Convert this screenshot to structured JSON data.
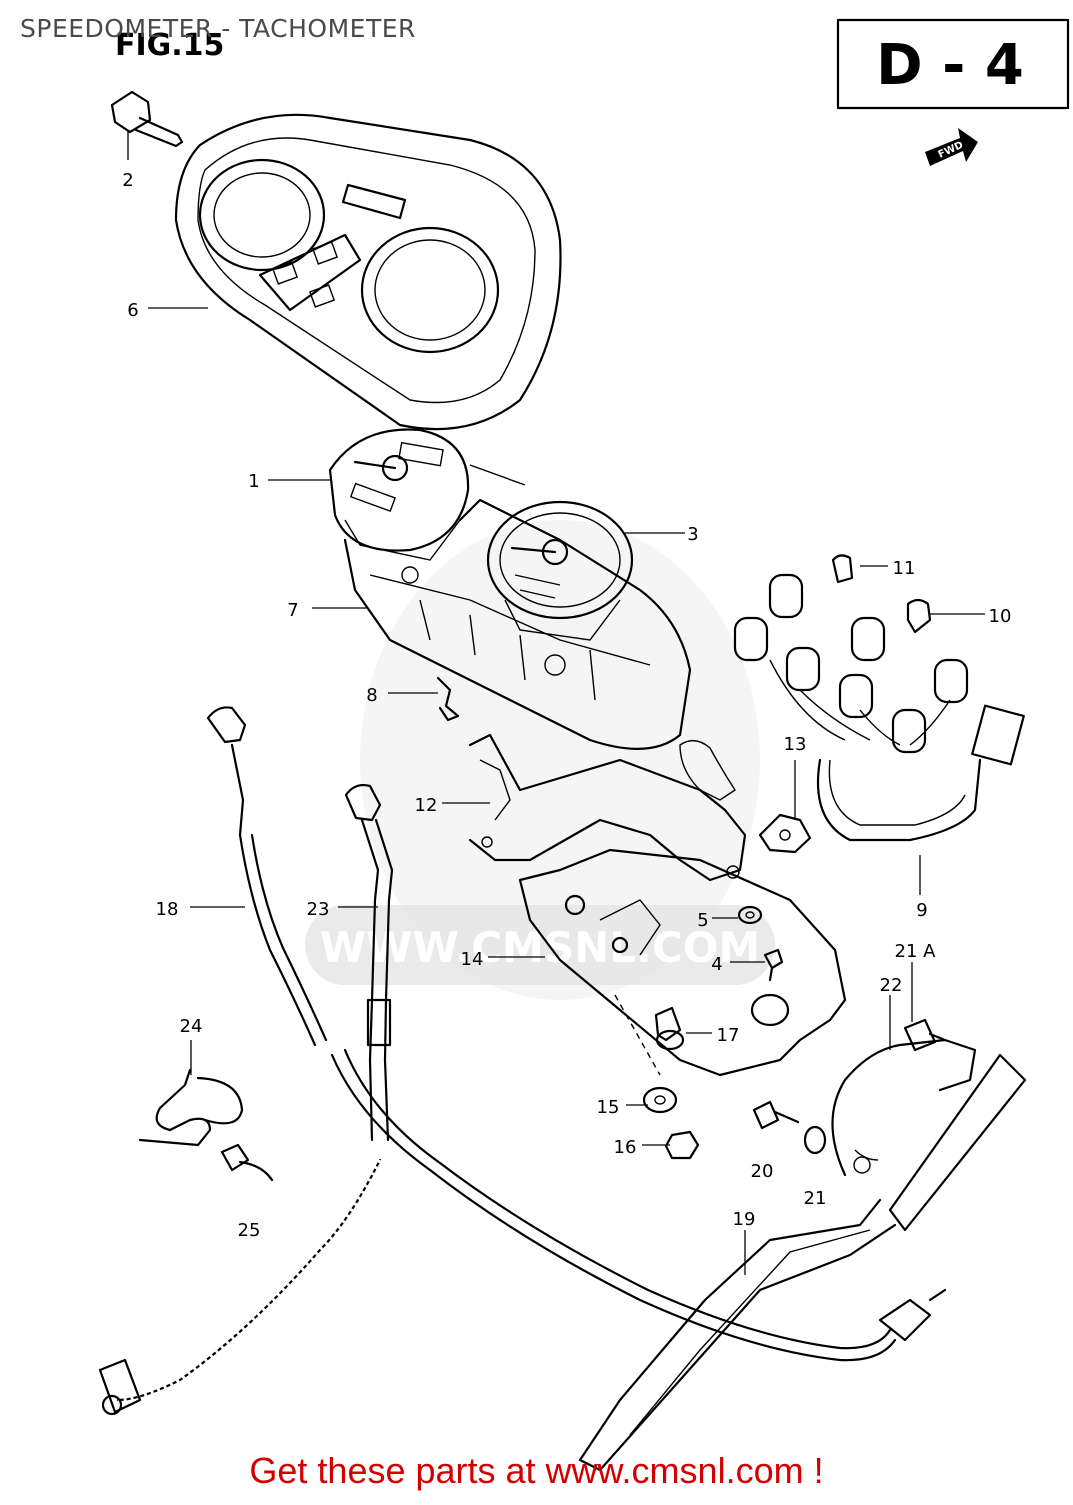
{
  "header": {
    "title": "SPEEDOMETER - TACHOMETER"
  },
  "figure": {
    "label": "FIG.15",
    "code": "D - 4",
    "direction_mark": "FWD"
  },
  "callouts": [
    {
      "id": "c1",
      "text": "1"
    },
    {
      "id": "c2",
      "text": "2"
    },
    {
      "id": "c3",
      "text": "3"
    },
    {
      "id": "c4",
      "text": "4"
    },
    {
      "id": "c5",
      "text": "5"
    },
    {
      "id": "c6",
      "text": "6"
    },
    {
      "id": "c7",
      "text": "7"
    },
    {
      "id": "c8",
      "text": "8"
    },
    {
      "id": "c9",
      "text": "9"
    },
    {
      "id": "c10",
      "text": "10"
    },
    {
      "id": "c11",
      "text": "11"
    },
    {
      "id": "c12",
      "text": "12"
    },
    {
      "id": "c13",
      "text": "13"
    },
    {
      "id": "c14",
      "text": "14"
    },
    {
      "id": "c15",
      "text": "15"
    },
    {
      "id": "c16",
      "text": "16"
    },
    {
      "id": "c17",
      "text": "17"
    },
    {
      "id": "c18",
      "text": "18"
    },
    {
      "id": "c19",
      "text": "19"
    },
    {
      "id": "c20",
      "text": "20"
    },
    {
      "id": "c21",
      "text": "21"
    },
    {
      "id": "c21a",
      "text": "21 A"
    },
    {
      "id": "c22",
      "text": "22"
    },
    {
      "id": "c23",
      "text": "23"
    },
    {
      "id": "c24",
      "text": "24"
    },
    {
      "id": "c25",
      "text": "25"
    }
  ],
  "watermark": {
    "text": "WWW.CMSNL.COM"
  },
  "footer": {
    "cta": "Get these parts at www.cmsnl.com !"
  }
}
